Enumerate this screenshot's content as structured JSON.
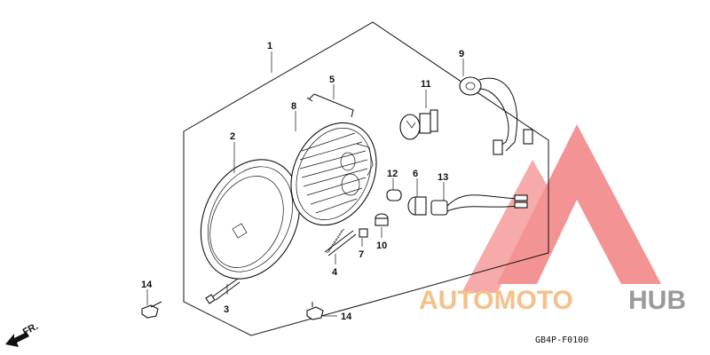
{
  "parts": [
    {
      "num": "1"
    },
    {
      "num": "2"
    },
    {
      "num": "3"
    },
    {
      "num": "4"
    },
    {
      "num": "5"
    },
    {
      "num": "6"
    },
    {
      "num": "7"
    },
    {
      "num": "8"
    },
    {
      "num": "9"
    },
    {
      "num": "10"
    },
    {
      "num": "11"
    },
    {
      "num": "12"
    },
    {
      "num": "13"
    },
    {
      "num": "14"
    },
    {
      "num": "14"
    }
  ],
  "direction_label": "FR.",
  "diagram_code": "GB4P-F0100",
  "watermark": {
    "word_part1": "AUTOMOTO",
    "word_part2": "HUB",
    "color_part1": "#f5c08a",
    "color_part2": "#9a9a9a",
    "logo_color": "#f07070"
  }
}
